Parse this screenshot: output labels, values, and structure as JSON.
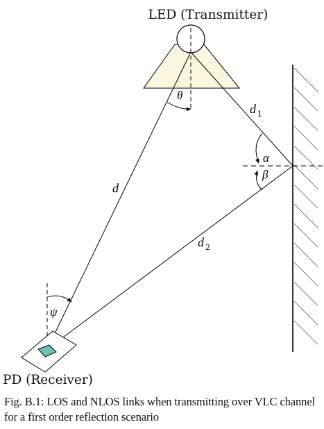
{
  "diagram": {
    "transmitter_label": "LED (Transmitter)",
    "receiver_label": "PD (Receiver)",
    "symbols": {
      "theta": "θ",
      "d": "d",
      "d1": "d",
      "d1_sub": "1",
      "d2": "d",
      "d2_sub": "2",
      "alpha": "α",
      "beta": "β",
      "psi": "ψ"
    }
  },
  "caption": "Fig. B.1: LOS and NLOS links when transmitting over VLC channel for a first order reflection scenario",
  "colors": {
    "led_cone_fill": "#fbf7df",
    "photodiode_fill": "#6fc0b5",
    "line": "#000000"
  }
}
